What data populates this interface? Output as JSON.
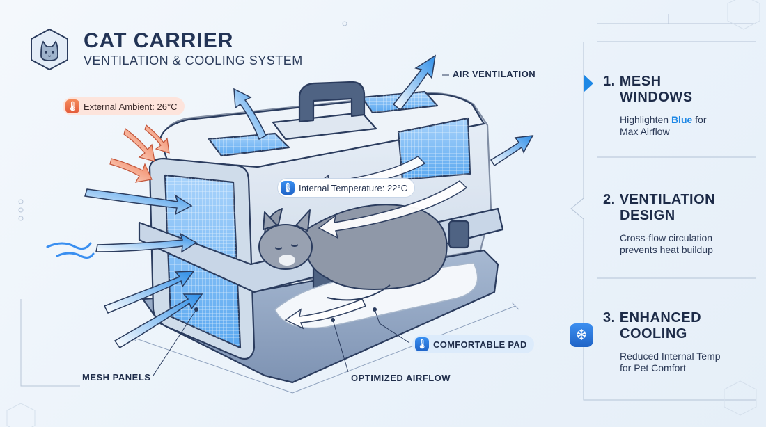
{
  "header": {
    "title": "CAT CARRIER",
    "subtitle": "VENTILATION & COOLING SYSTEM",
    "logo_icon": "cat-face-icon"
  },
  "callouts": {
    "external": {
      "text": "External Ambient: 26°C",
      "icon": "thermometer-icon",
      "color": "#e35a3a"
    },
    "internal": {
      "text": "Internal Temperature: 22°C",
      "icon": "thermometer-icon",
      "color": "#1f64c8"
    },
    "pad": {
      "text": "COMFORTABLE PAD",
      "icon": "thermometer-icon"
    }
  },
  "labels": {
    "air_ventilation": "AIR VENTILATION",
    "mesh_panels": "MESH PANELS",
    "optimized_airflow": "OPTIMIZED AIRFLOW"
  },
  "features": [
    {
      "number": "1.",
      "title_line1": "MESH",
      "title_line2": "WINDOWS",
      "desc_pre": "Highlighten ",
      "desc_highlight": "Blue",
      "desc_post": " for",
      "desc_line2": "Max Airflow"
    },
    {
      "number": "2.",
      "title_line1": "VENTILATION",
      "title_line2": "DESIGN",
      "desc_line1": "Cross-flow circulation",
      "desc_line2": "prevents heat buildup"
    },
    {
      "number": "3.",
      "title_line1": "ENHANCED",
      "title_line2": "COOLING",
      "desc_line1": "Reduced Internal Temp",
      "desc_line2": "for Pet Comfort",
      "icon": "snowflake-icon"
    }
  ],
  "colors": {
    "accent_blue": "#1e88e5",
    "warm": "#e35a3a",
    "outline": "#2b3c5e"
  }
}
